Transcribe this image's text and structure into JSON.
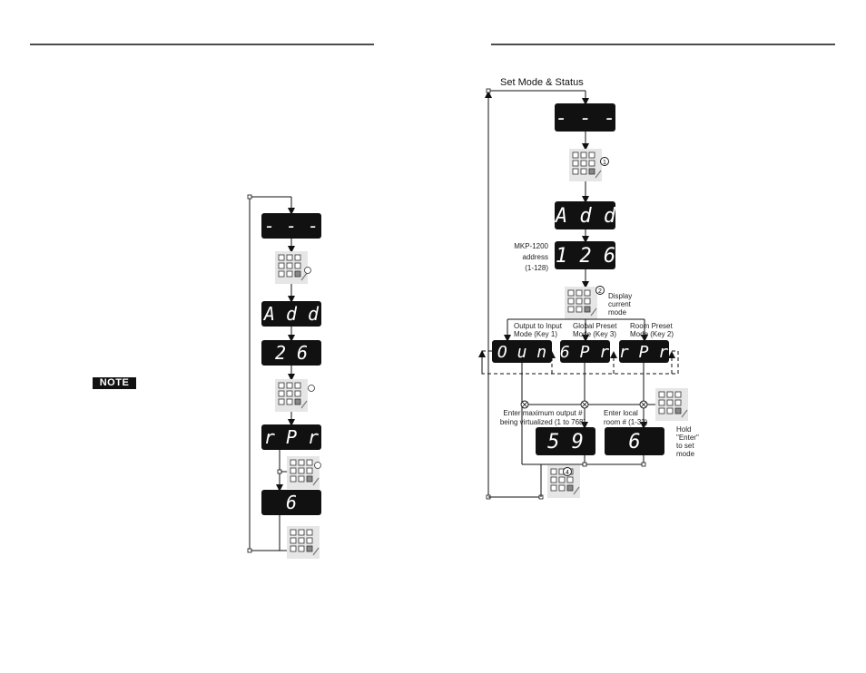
{
  "note": {
    "label": "NOTE"
  },
  "left_flow": {
    "displays": [
      "- - -",
      "A d d",
      "2 6",
      "r P r",
      "6"
    ]
  },
  "right_flow": {
    "title": "Set Mode & Status",
    "displays": {
      "start": "- - -",
      "add": "A d d",
      "address": "1 2 6",
      "out": "O u n",
      "gpr": "6 P r",
      "rpr": "r P r",
      "max_out": "5 9",
      "room": "6"
    },
    "labels": {
      "address_line1": "MKP-1200",
      "address_line2": "address",
      "address_line3": "(1-128)",
      "display_line1": "Display",
      "display_line2": "current",
      "display_line3": "mode",
      "out_mode_line1": "Output to Input",
      "out_mode_line2": "Mode (Key 1)",
      "gpr_mode_line1": "Global Preset",
      "gpr_mode_line2": "Mode (Key 3)",
      "rpr_mode_line1": "Room Preset",
      "rpr_mode_line2": "Mode (Key 2)",
      "max_line1": "Enter maximum output #",
      "max_line2": "being virtualized (1 to 768)",
      "room_line1": "Enter local",
      "room_line2": "room # (1-32)",
      "hold_line1": "Hold",
      "hold_line2": "\"Enter\"",
      "hold_line3": "to set",
      "hold_line4": "mode"
    },
    "step_badges": [
      "1",
      "2",
      "4"
    ]
  },
  "colors": {
    "display_bg": "#111111",
    "display_text": "#ffffff",
    "line": "#111111"
  }
}
